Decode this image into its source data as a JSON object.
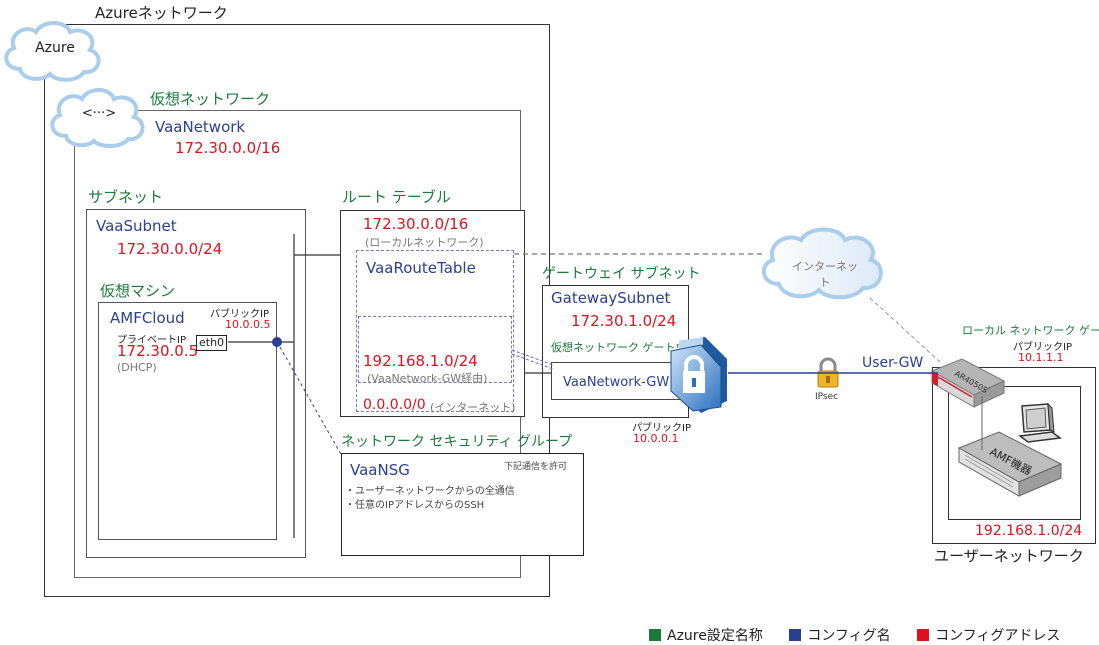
{
  "azure": {
    "cloud_label": "Azure",
    "title": "Azureネットワーク"
  },
  "vnet": {
    "cloud_label": "<···>",
    "title": "仮想ネットワーク",
    "name": "VaaNetwork",
    "address": "172.30.0.0/16"
  },
  "subnet": {
    "title": "サブネット",
    "name": "VaaSubnet",
    "address": "172.30.0.0/24"
  },
  "vm": {
    "title": "仮想マシン",
    "name": "AMFCloud",
    "private_ip_label": "プライベートIP",
    "private_ip": "172.30.0.5",
    "private_ip_note": "(DHCP)",
    "public_ip_label": "パブリックIP",
    "public_ip": "10.0.0.5",
    "interface": "eth0"
  },
  "route_table": {
    "title": "ルート テーブル",
    "name": "VaaRouteTable",
    "routes": [
      {
        "address": "172.30.0.0/16",
        "note": "(ローカルネットワーク)"
      },
      {
        "address": "192.168.1.0/24",
        "note": "(VaaNetwork-GW経由)"
      },
      {
        "address": "0.0.0.0/0",
        "note": "(インターネット)"
      }
    ]
  },
  "gateway_subnet": {
    "title": "ゲートウェイ サブネット",
    "name": "GatewaySubnet",
    "address": "172.30.1.0/24",
    "vng_title": "仮想ネットワーク ゲートウェイ",
    "vng_name": "VaaNetwork-GW",
    "public_ip_label": "パブリックIP",
    "public_ip": "10.0.0.1"
  },
  "nsg": {
    "title": "ネットワーク セキュリティ グループ",
    "name": "VaaNSG",
    "note": "下記通信を許可",
    "rules": [
      "・ユーザーネットワークからの全通信",
      "・任意のIPアドレスからのSSH"
    ]
  },
  "internet": {
    "cloud_label": "インターネット"
  },
  "ipsec": {
    "label": "IPsec"
  },
  "local_gateway": {
    "title": "ローカル ネットワーク ゲートウェイ",
    "name": "User-GW",
    "public_ip_label": "パブリックIP",
    "public_ip": "10.1.1.1",
    "router_model": "AR4050S"
  },
  "user_network": {
    "title": "ユーザーネットワーク",
    "address": "192.168.1.0/24",
    "switch_label": "AMF機器"
  },
  "legend": {
    "items": [
      {
        "label": "Azure設定名称",
        "color": "#1a7a3a"
      },
      {
        "label": "コンフィグ名",
        "color": "#2b3f95"
      },
      {
        "label": "コンフィグアドレス",
        "color": "#e0101c"
      }
    ]
  }
}
